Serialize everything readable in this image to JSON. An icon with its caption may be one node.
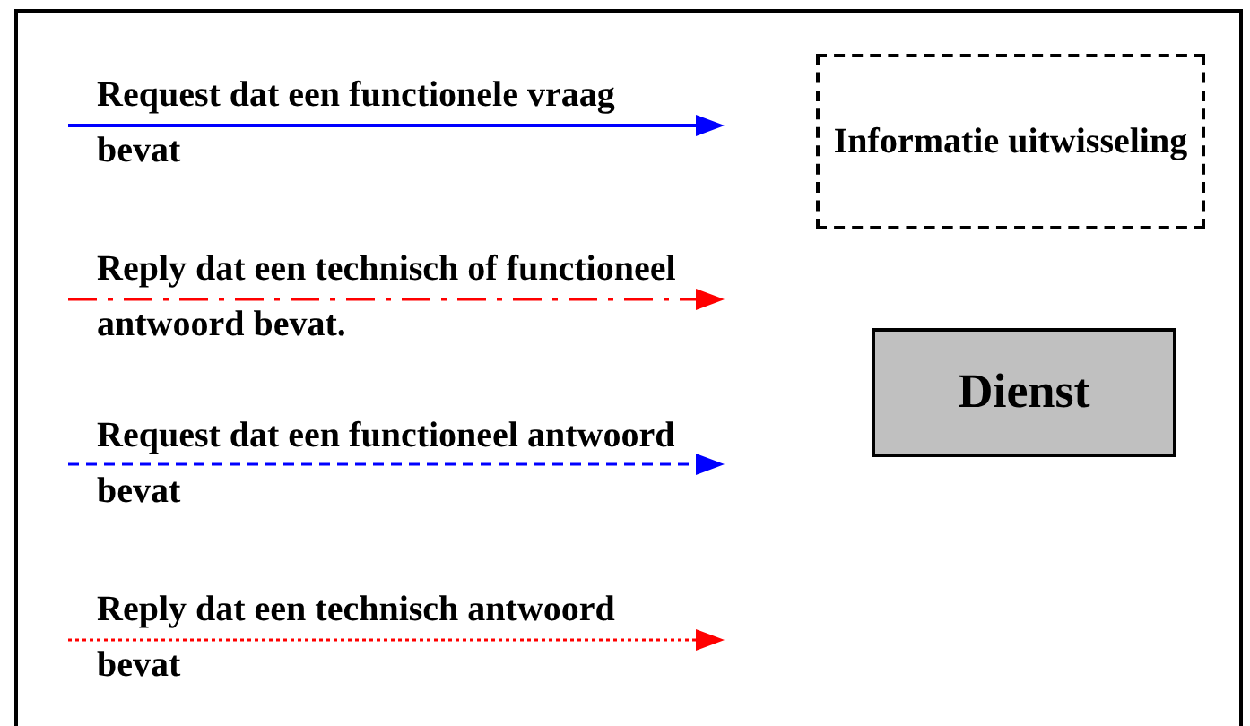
{
  "diagram": {
    "nodes": [
      {
        "text": [
          "Informatie uitwisseling"
        ]
      },
      {
        "text": [
          "Dienst"
        ]
      }
    ],
    "legend": [
      {
        "text": "Request dat een functionele vraag bevat"
      },
      {
        "text": "Reply dat een technisch of functioneel antwoord bevat."
      },
      {
        "text": "Request dat een functioneel antwoord bevat"
      },
      {
        "text": "Reply dat een technisch antwoord bevat"
      }
    ]
  }
}
